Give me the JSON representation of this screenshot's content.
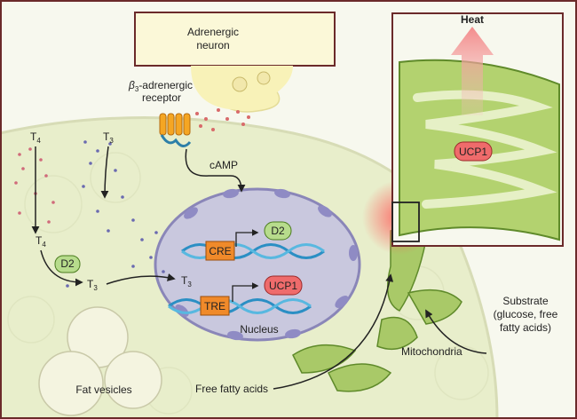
{
  "labels": {
    "adrenergic_neuron_1": "Adrenergic",
    "adrenergic_neuron_2": "neuron",
    "receptor_beta": "β",
    "receptor_sub": "3",
    "receptor_rest": "-adrenergic",
    "receptor_2": "receptor",
    "camp": "cAMP",
    "t4_main": "T",
    "t4_sub": "4",
    "t3_main": "T",
    "t3_sub": "3",
    "d2": "D2",
    "cre": "CRE",
    "tre": "TRE",
    "ucp1": "UCP1",
    "nucleus": "Nucleus",
    "fat_vesicles": "Fat vesicles",
    "free_fatty_acids": "Free fatty acids",
    "mitochondria": "Mitochondria",
    "substrate_1": "Substrate",
    "substrate_2": "(glucose, free",
    "substrate_3": "fatty acids)",
    "heat": "Heat"
  },
  "colors": {
    "cytoplasm": "#eef2d2",
    "nucleus_fill": "#c9c8de",
    "nucleus_border": "#8a86b8",
    "neuron": "#f8f2b8",
    "mito": "#a9c968",
    "label_box": "#f08a2a",
    "ucp1_box": "#ef6b6b",
    "d2_box": "#b7dc8c",
    "frame": "#6b2a2a",
    "heat_arrow": "#f4a6a6"
  }
}
